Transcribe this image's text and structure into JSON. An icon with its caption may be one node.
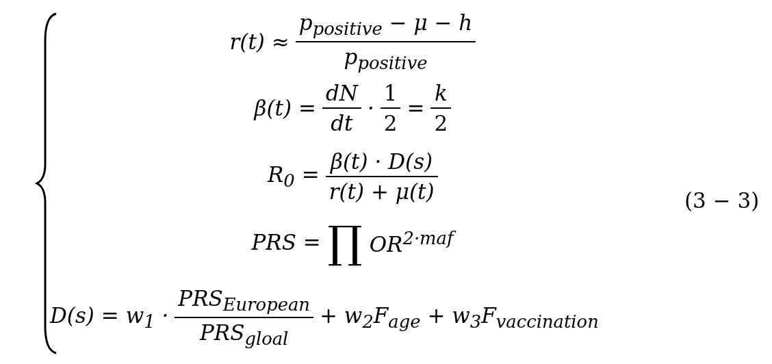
{
  "diagram": {
    "labels": [
      "r(t) ≈",
      "p$_{positive}$ − μ − h",
      "p$_{positive}$",
      "β(t) =",
      "dN",
      "dt",
      "·",
      "1",
      "2",
      "=",
      "k",
      "2",
      "R$_{0}$ =",
      "β(t) · D(s)",
      "r(t) + μ(t)",
      "PRS =",
      "∏",
      "OR$^{2·maf}$",
      "D(s) = w$_{1}$ ·",
      "PRS$_{European}$",
      "PRS$_{gloal}$",
      "+ w$_{2}$F$_{age}$ + w$_{3}$F$_{vaccination}$",
      "(3 − 3)"
    ]
  }
}
